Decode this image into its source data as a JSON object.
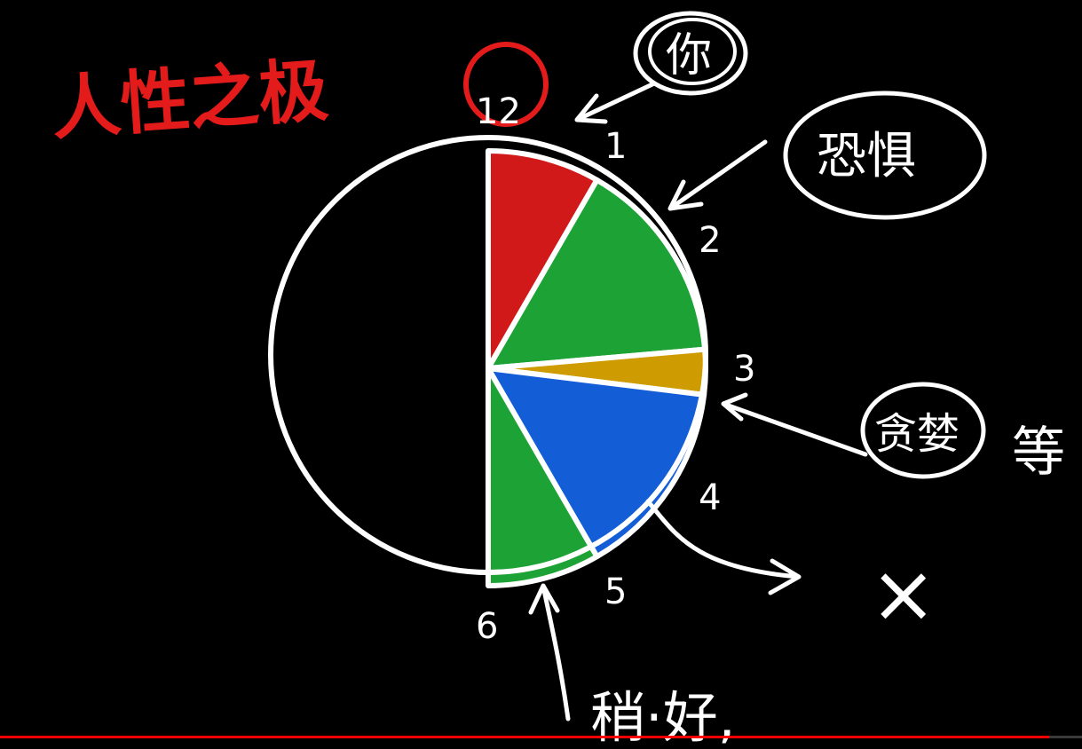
{
  "title": "人性之极",
  "clock_labels": [
    {
      "hour": "12",
      "angle": 0
    },
    {
      "hour": "1",
      "angle": 30
    },
    {
      "hour": "2",
      "angle": 60
    },
    {
      "hour": "3",
      "angle": 90
    },
    {
      "hour": "4",
      "angle": 120
    },
    {
      "hour": "5",
      "angle": 150
    },
    {
      "hour": "6",
      "angle": 180
    }
  ],
  "sectors": [
    {
      "name": "red",
      "from": 0,
      "to": 30,
      "color": "#e31b1b"
    },
    {
      "name": "green-top",
      "from": 30,
      "to": 85,
      "color": "#1fb13a"
    },
    {
      "name": "yellow",
      "from": 85,
      "to": 97,
      "color": "#e0a800"
    },
    {
      "name": "blue",
      "from": 97,
      "to": 150,
      "color": "#1565e8"
    },
    {
      "name": "green-bottom",
      "from": 150,
      "to": 180,
      "color": "#1fb13a"
    }
  ],
  "annotations": {
    "top": "你",
    "upper_right": "恐惧",
    "right": "贪婪",
    "right_extra": "等",
    "bottom": "稍·好,",
    "cross": "×"
  },
  "colors": {
    "accent": "#e31b1b",
    "stroke": "#ffffff",
    "background": "#000000"
  },
  "video": {
    "progress": 0.97
  }
}
